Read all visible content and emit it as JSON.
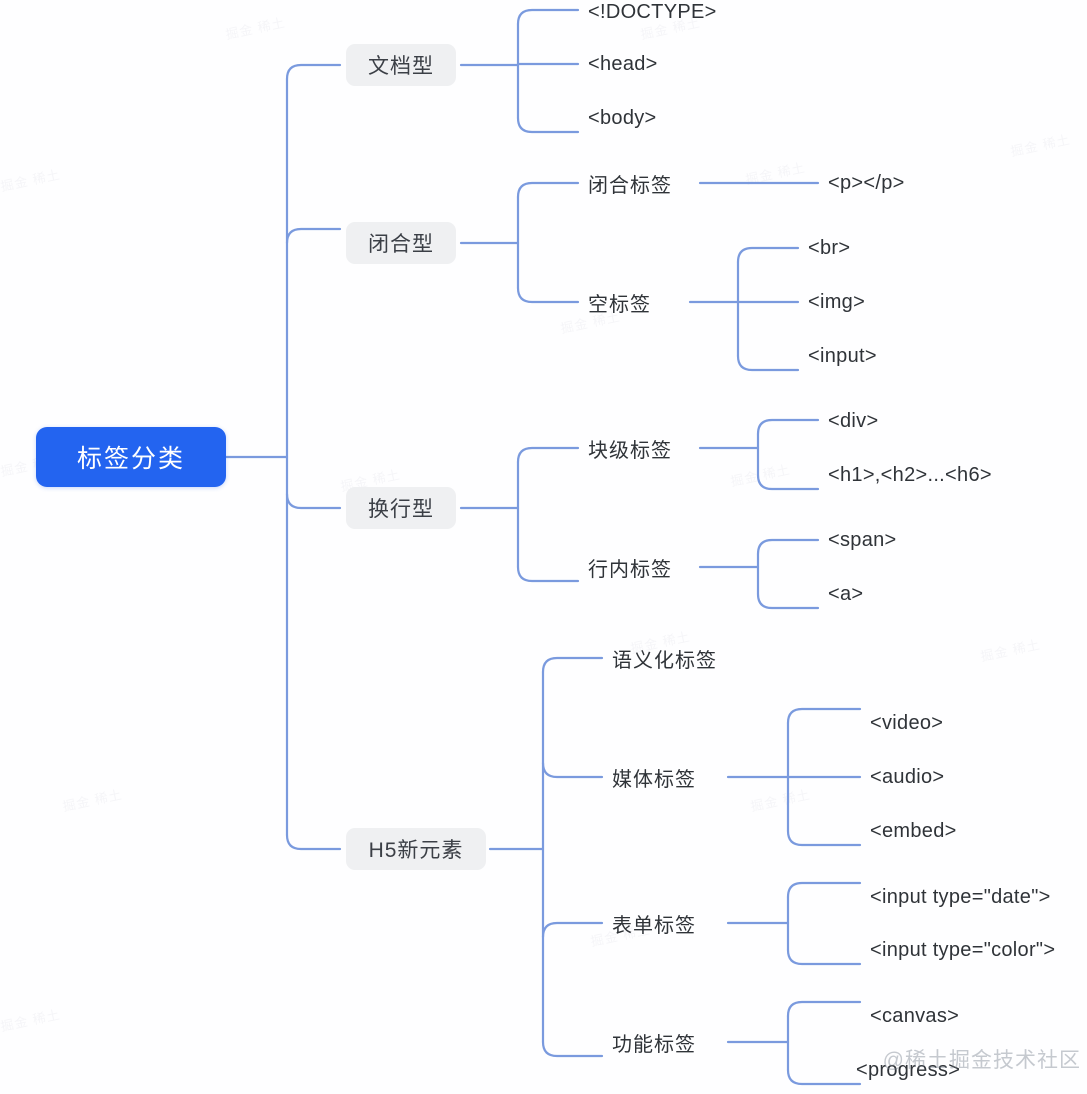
{
  "diagram": {
    "title": "标签分类",
    "root": {
      "label": "标签分类"
    },
    "branches": [
      {
        "label": "文档型",
        "children": [
          {
            "label": "<!DOCTYPE>"
          },
          {
            "label": "<head>"
          },
          {
            "label": "<body>"
          }
        ]
      },
      {
        "label": "闭合型",
        "children": [
          {
            "label": "闭合标签",
            "children": [
              {
                "label": "<p></p>"
              }
            ]
          },
          {
            "label": "空标签",
            "children": [
              {
                "label": "<br>"
              },
              {
                "label": "<img>"
              },
              {
                "label": "<input>"
              }
            ]
          }
        ]
      },
      {
        "label": "换行型",
        "children": [
          {
            "label": "块级标签",
            "children": [
              {
                "label": "<div>"
              },
              {
                "label": "<h1>,<h2>...<h6>"
              }
            ]
          },
          {
            "label": "行内标签",
            "children": [
              {
                "label": "<span>"
              },
              {
                "label": "<a>"
              }
            ]
          }
        ]
      },
      {
        "label": "H5新元素",
        "children": [
          {
            "label": "语义化标签",
            "children": []
          },
          {
            "label": "媒体标签",
            "children": [
              {
                "label": "<video>"
              },
              {
                "label": "<audio>"
              },
              {
                "label": "<embed>"
              }
            ]
          },
          {
            "label": "表单标签",
            "children": [
              {
                "label": "<input type=\"date\">"
              },
              {
                "label": "<input type=\"color\">"
              }
            ]
          },
          {
            "label": "功能标签",
            "children": [
              {
                "label": "<canvas>"
              },
              {
                "label": "<progress>"
              }
            ]
          }
        ]
      }
    ]
  },
  "nodes": {
    "root": "标签分类",
    "b1": "文档型",
    "b1c1": "<!DOCTYPE>",
    "b1c2": "<head>",
    "b1c3": "<body>",
    "b2": "闭合型",
    "b2c1": "闭合标签",
    "b2c1g1": "<p></p>",
    "b2c2": "空标签",
    "b2c2g1": "<br>",
    "b2c2g2": "<img>",
    "b2c2g3": "<input>",
    "b3": "换行型",
    "b3c1": "块级标签",
    "b3c1g1": "<div>",
    "b3c1g2": "<h1>,<h2>...<h6>",
    "b3c2": "行内标签",
    "b3c2g1": "<span>",
    "b3c2g2": "<a>",
    "b4": "H5新元素",
    "b4c1": "语义化标签",
    "b4c2": "媒体标签",
    "b4c2g1": "<video>",
    "b4c2g2": "<audio>",
    "b4c2g3": "<embed>",
    "b4c3": "表单标签",
    "b4c3g1": "<input type=\"date\">",
    "b4c3g2": "<input type=\"color\">",
    "b4c4": "功能标签",
    "b4c4g1": "<canvas>",
    "b4c4g2": "<progress>"
  },
  "watermark": {
    "corner": "@稀土掘金技术社区",
    "tile": "掘金 稀土"
  },
  "colors": {
    "root_fill": "#2364f0",
    "root_text": "#ffffff",
    "branch_fill": "#eff0f2",
    "branch_text": "#3b3f46",
    "leaf_text": "#2f3338",
    "edge": "#7a9ade",
    "background": "#fefeff"
  }
}
